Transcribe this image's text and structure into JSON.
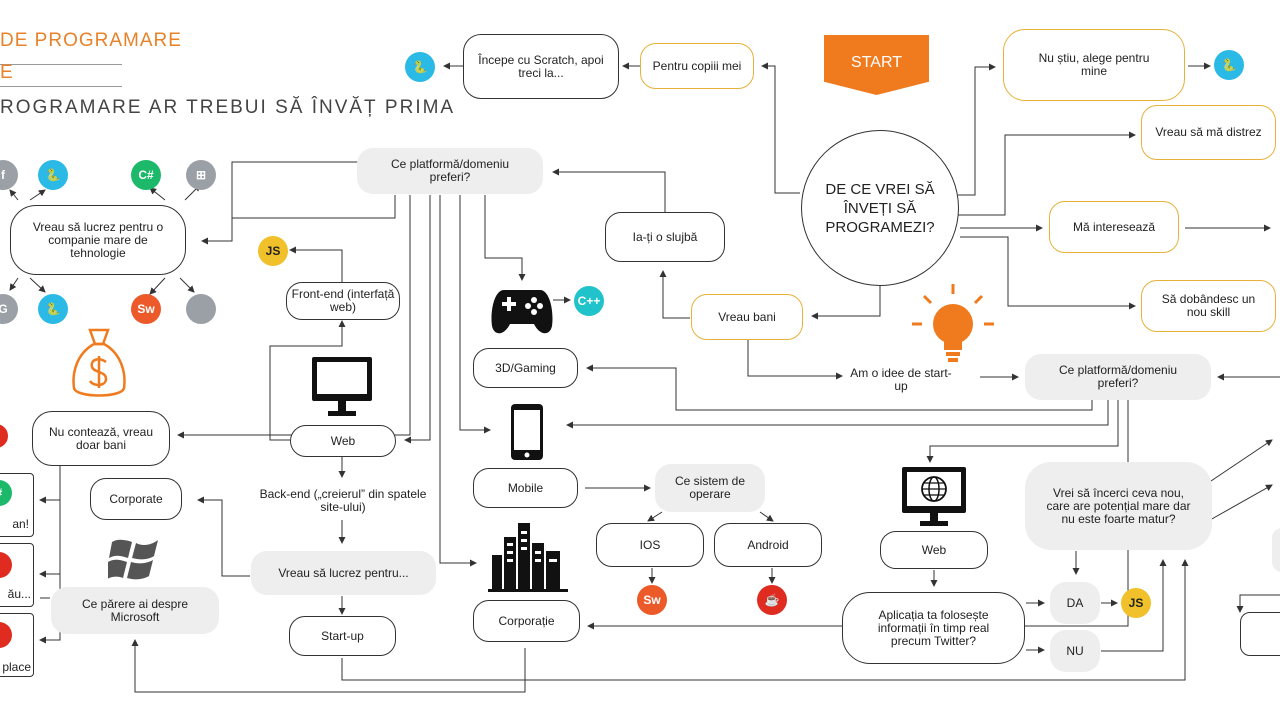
{
  "header": {
    "title_line1": "DE PROGRAMARE",
    "title_line2": "E",
    "title_line3": "ROGRAMARE AR TREBUI SĂ ÎNVĂȚ PRIMA"
  },
  "center": {
    "start": "START",
    "question": "DE CE VREI SĂ ÎNVEȚI SĂ PROGRAMEZI?"
  },
  "nodes": {
    "incepe_scratch": "Începe cu Scratch, apoi treci la...",
    "pentru_copii": "Pentru copiii mei",
    "nu_stiu": "Nu știu, alege pentru mine",
    "distrez": "Vreau să mă distrez",
    "intereseaza": "Mă interesează",
    "skill": "Să dobândesc un nou skill",
    "slujba": "Ia-ți o slujbă",
    "bani": "Vreau bani",
    "platforma_top": "Ce platformă/domeniu preferi?",
    "platforma_right": "Ce platformă/domeniu preferi?",
    "startup_idee": "Am o idee de start-up",
    "companie_mare": "Vreau să lucrez pentru o companie mare de tehnologie",
    "front_end": "Front-end (interfață web)",
    "web_left": "Web",
    "back_end": "Back-end („creierul” din spatele site-ului)",
    "lucrez_pentru": "Vreau să lucrez pentru...",
    "start_up": "Start-up",
    "corporate": "Corporate",
    "microsoft": "Ce părere ai despre Microsoft",
    "doar_bani": "Nu contează, vreau doar bani",
    "gaming": "3D/Gaming",
    "mobile": "Mobile",
    "sistem_operare": "Ce sistem de operare",
    "ios": "IOS",
    "android": "Android",
    "corporatie": "Corporație",
    "web_right": "Web",
    "twitter": "Aplicația ta folosește informații în timp real precum Twitter?",
    "da": "DA",
    "nu": "NU",
    "potential": "Vrei să încerci ceva nou, care are potențial mare dar nu este foarte matur?",
    "edge_1": "an!",
    "edge_2": "ău...",
    "edge_3": "place"
  },
  "badges": {
    "python": "🐍",
    "csharp": "C#",
    "cpp": "C++",
    "js": "JS",
    "swift": "Sw",
    "java": "☕",
    "apple": "",
    "windows": "⊞",
    "facebook": "f",
    "google": "G",
    "hash": "#"
  },
  "colors": {
    "accent": "#e8822a",
    "start": "#f07a1e",
    "gold_border": "#e8b13a",
    "node_grey": "#eeeeef",
    "python": "#2bb9e6",
    "csharp": "#1db96a",
    "js": "#f0c12a",
    "swift": "#ec5a2a",
    "java": "#e02b20"
  },
  "icons": {
    "money_bag": "money-bag-icon",
    "lightbulb": "lightbulb-icon",
    "monitor": "monitor-icon",
    "gamepad": "gamepad-icon",
    "phone": "phone-icon",
    "city": "city-icon",
    "globe_monitor": "globe-monitor-icon",
    "windows_logo": "windows-logo-icon"
  }
}
